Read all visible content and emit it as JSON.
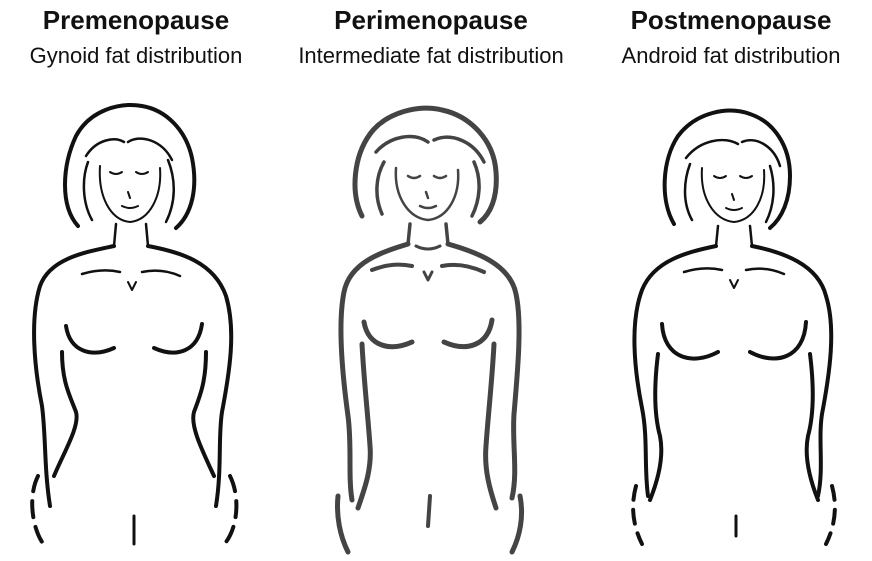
{
  "panels": [
    {
      "title": "Premenopause",
      "subtitle": "Gynoid fat distribution",
      "ink_color": "#111111"
    },
    {
      "title": "Perimenopause",
      "subtitle": "Intermediate fat distribution",
      "ink_color": "#444444"
    },
    {
      "title": "Postmenopause",
      "subtitle": "Android fat distribution",
      "ink_color": "#111111"
    }
  ]
}
